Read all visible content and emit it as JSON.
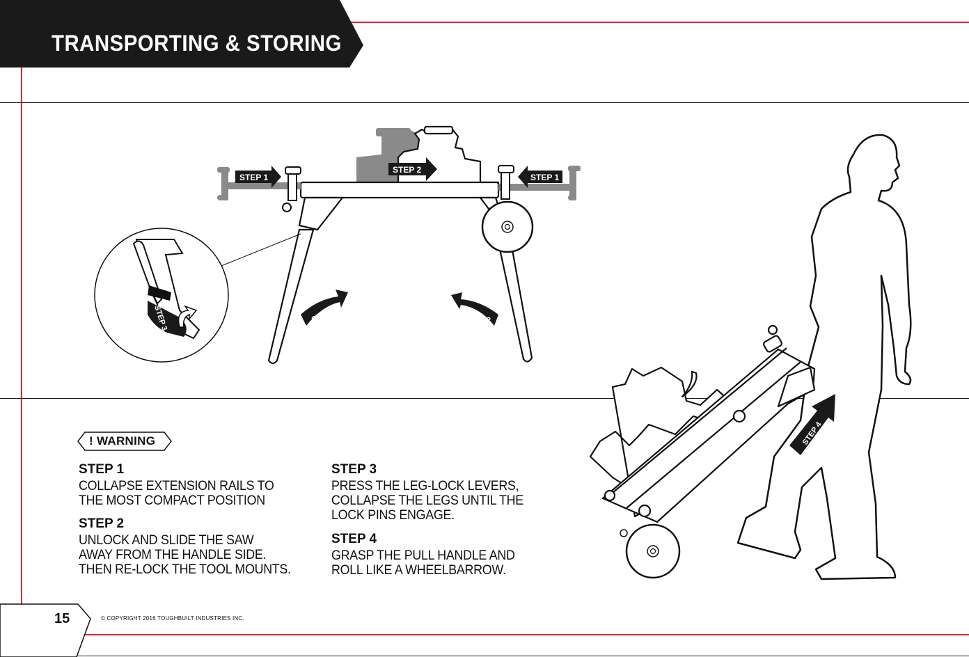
{
  "header": {
    "title": "TRANSPORTING & STORING"
  },
  "warning": {
    "label": "!  WARNING"
  },
  "steps": [
    {
      "heading": "STEP 1",
      "body": "COLLAPSE EXTENSION RAILS TO\nTHE MOST COMPACT POSITION"
    },
    {
      "heading": "STEP 2",
      "body": "UNLOCK AND SLIDE THE SAW\nAWAY FROM THE HANDLE SIDE.\nTHEN RE-LOCK THE TOOL MOUNTS."
    },
    {
      "heading": "STEP 3",
      "body": "PRESS THE LEG-LOCK LEVERS,\nCOLLAPSE THE LEGS UNTIL THE\nLOCK PINS ENGAGE."
    },
    {
      "heading": "STEP 4",
      "body": "GRASP THE PULL HANDLE AND\nROLL LIKE A WHEELBARROW."
    }
  ],
  "diagram_labels": {
    "step1_left": "STEP 1",
    "step1_right": "STEP 1",
    "step2": "STEP 2",
    "step3_left": "STEP 3",
    "step3_right": "STEP 3",
    "step3_detail": "STEP 3",
    "step4": "STEP 4"
  },
  "footer": {
    "page_number": "15",
    "copyright": "© COPYRIGHT 2016 TOUGHBUILT INDUSTRIES INC."
  },
  "colors": {
    "accent": "#e0282e",
    "dark": "#1a1a1a",
    "ghost": "#8a8a8a"
  }
}
